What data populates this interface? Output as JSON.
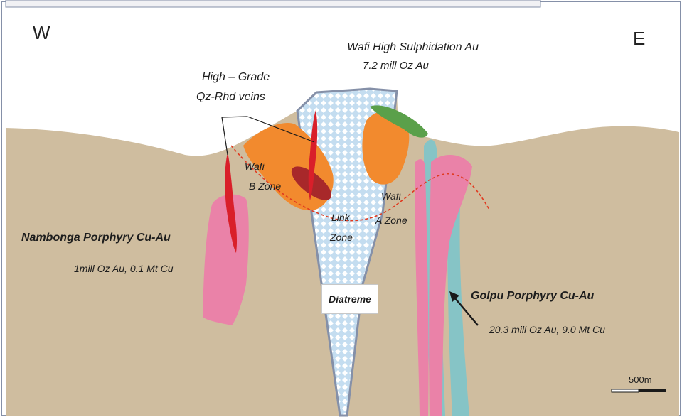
{
  "compass": {
    "west": "W",
    "east": "E"
  },
  "labels": {
    "wafi_hs_title": "Wafi High Sulphidation Au",
    "wafi_hs_resource": "7.2 mill Oz Au",
    "hg_veins_line1": "High – Grade",
    "hg_veins_line2": "Qz-Rhd veins",
    "wafi_b_line1": "Wafi",
    "wafi_b_line2": "B Zone",
    "wafi_a_line1": "Wafi",
    "wafi_a_line2": "A Zone",
    "link_line1": "Link",
    "link_line2": "Zone",
    "nambonga_title": "Nambonga Porphyry Cu-Au",
    "nambonga_resource": "1mill Oz Au, 0.1 Mt Cu",
    "golpu_title": "Golpu Porphyry Cu-Au",
    "golpu_resource": "20.3 mill Oz Au, 9.0 Mt Cu",
    "diatreme": "Diatreme",
    "scale": "500m"
  },
  "colors": {
    "ground": "#cfbd9f",
    "frame": "#8590a8",
    "diatreme_fill": "#c4ddf0",
    "diatreme_dots": "#ffffff",
    "porphyry_pink": "#ea82a8",
    "golpu_teal": "#86c4c6",
    "orange_zone": "#f28a2e",
    "vein_red": "#d91f2a",
    "dark_red": "#a8282a",
    "green_lens": "#5aa04a",
    "boundary_dash": "#e03a20",
    "arrow": "#1a1a1a"
  }
}
